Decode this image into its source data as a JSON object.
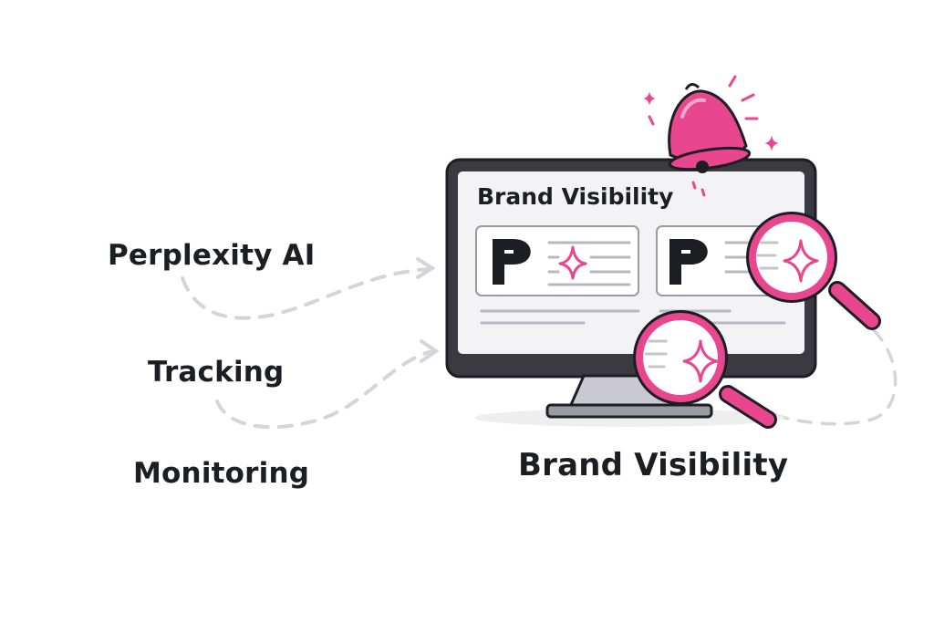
{
  "labels": {
    "perplexity": "Perplexity AI",
    "tracking": "Tracking",
    "monitoring": "Monitoring"
  },
  "screen": {
    "title": "Brand Visibility"
  },
  "caption": "Brand Visibility",
  "colors": {
    "accent": "#e8478f",
    "accent_light": "#f6a9c9",
    "ink": "#1d1d24",
    "dash": "#d4d4dc",
    "screen_bg": "#f3f3f5"
  },
  "icons": [
    "bell-icon",
    "magnifier-icon",
    "sparkle-icon",
    "perplexity-logo-icon",
    "arrow-icon"
  ]
}
